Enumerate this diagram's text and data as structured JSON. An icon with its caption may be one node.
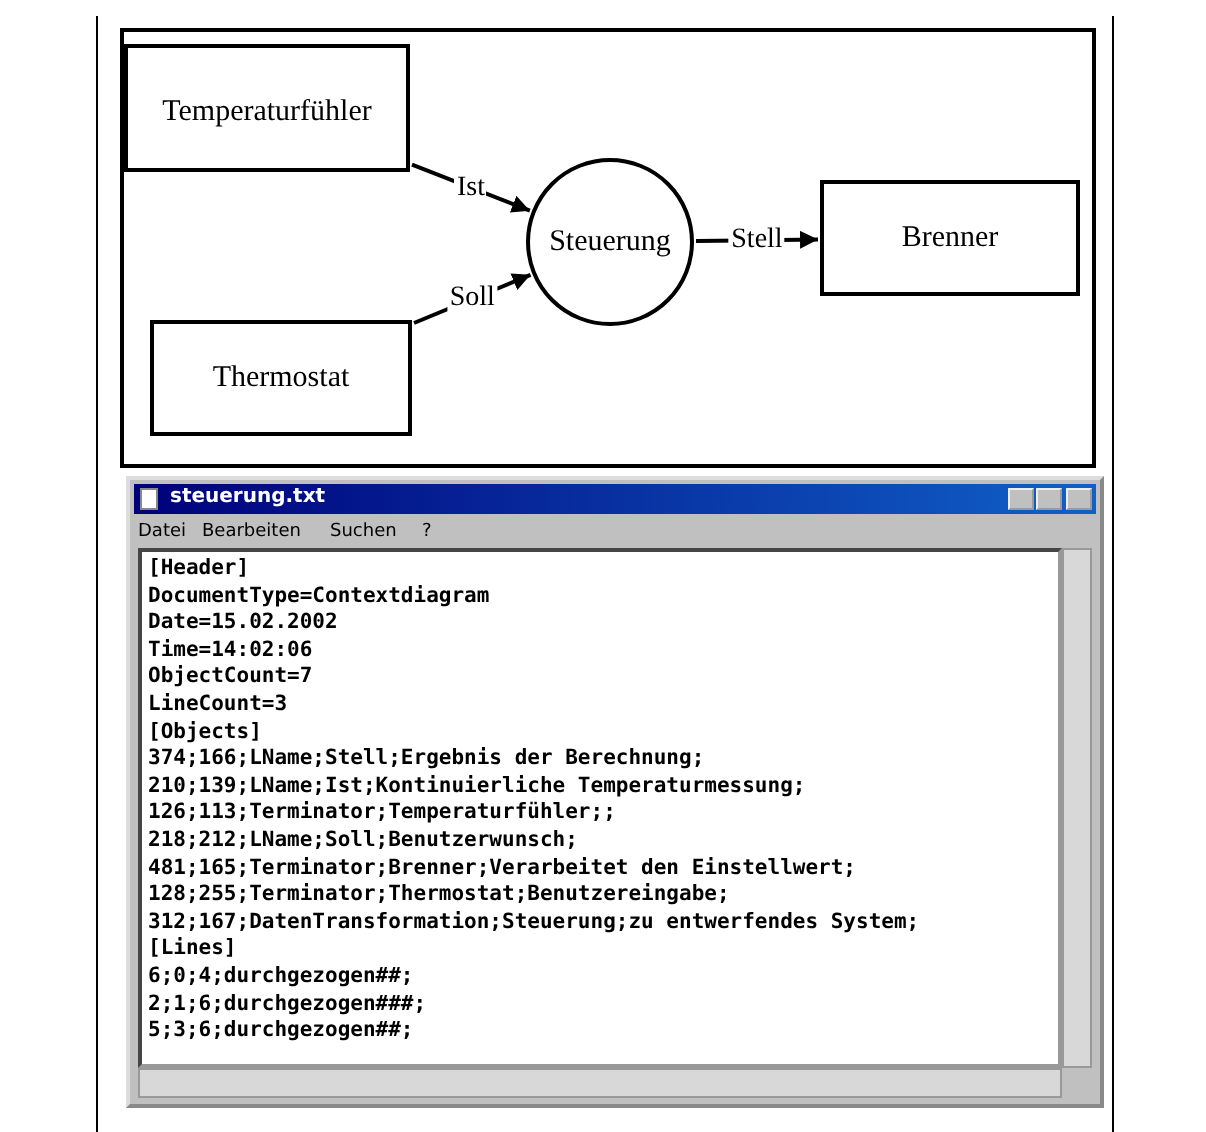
{
  "diagram": {
    "nodes": [
      {
        "text": [
          "Temperaturfühler"
        ]
      },
      {
        "text": [
          "Thermostat"
        ]
      },
      {
        "text": [
          "Steuerung"
        ]
      },
      {
        "text": [
          "Brenner"
        ]
      }
    ],
    "edges": [
      {
        "from": 0,
        "to": 2,
        "arrow": "to",
        "label": "Ist"
      },
      {
        "from": 1,
        "to": 2,
        "arrow": "to",
        "label": "Soll"
      },
      {
        "from": 2,
        "to": 3,
        "arrow": "to",
        "label": "Stell"
      }
    ],
    "labels": [
      "steuerung.txt",
      "Datei",
      "Bearbeiten",
      "Suchen",
      "?",
      "[Header]",
      "DocumentType=Contextdiagram",
      "Date=15.02.2002",
      "Time=14:02:06",
      "ObjectCount=7",
      "LineCount=3",
      "[Objects]",
      "374;166;LName;Stell;Ergebnis der Berechnung;",
      "210;139;LName;Ist;Kontinuierliche Temperaturmessung;",
      "126;113;Terminator;Temperaturfühler;;",
      "218;212;LName;Soll;Benutzerwunsch;",
      "481;165;Terminator;Brenner;Verarbeitet den Einstellwert;",
      "128;255;Terminator;Thermostat;Benutzereingabe;",
      "312;167;DatenTransformation;Steuerung;zu entwerfendes System;",
      "[Lines]",
      "6;0;4;durchgezogen##;",
      "2;1;6;durchgezogen###;",
      "5;3;6;durchgezogen##;"
    ]
  }
}
